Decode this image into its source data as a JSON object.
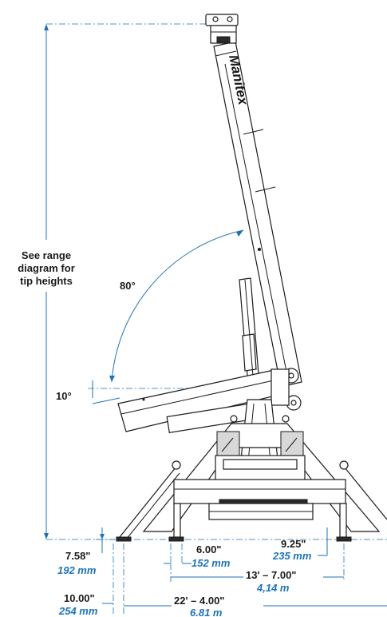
{
  "brand": "Manitex",
  "tip_height_note": [
    "See range",
    "diagram for",
    "tip heights"
  ],
  "angles": {
    "max": "80°",
    "min": "10°"
  },
  "dimensions": {
    "pad_height": {
      "imperial": "7.58\"",
      "metric": "192 mm"
    },
    "pad_inset": {
      "imperial": "6.00\"",
      "metric": "152 mm"
    },
    "rear_pad_inset": {
      "imperial": "9.25\"",
      "metric": "235 mm"
    },
    "rear_span": {
      "imperial": "13' – 7.00\"",
      "metric": "4,14 m"
    },
    "front_offset": {
      "imperial": "10.00\"",
      "metric": "254 mm"
    },
    "overall_span": {
      "imperial": "22' – 4.00\"",
      "metric": "6.81 m"
    }
  },
  "colors": {
    "dimension": "#1e73b8",
    "line": "#1a1a1a"
  }
}
